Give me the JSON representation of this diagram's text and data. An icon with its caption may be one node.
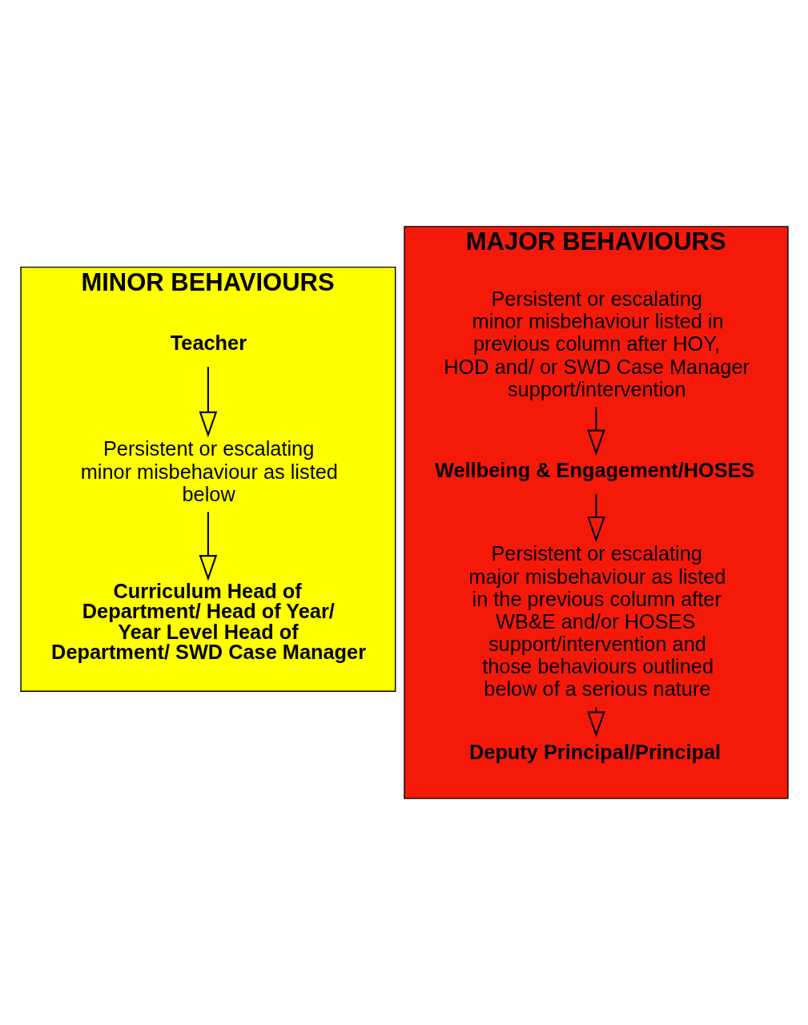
{
  "diagram": {
    "nodes": [
      {
        "text": [
          "MINOR BEHAVIOURS"
        ]
      },
      {
        "text": [
          "Teacher"
        ],
        "in": 0
      },
      {
        "text": [
          "Persistent or escalating minor misbehaviour as listed below"
        ],
        "in": 0
      },
      {
        "text": [
          "Curriculum Head of Department/ Head of Year/ Year Level Head of Department/ SWD Case Manager"
        ],
        "in": 0
      },
      {
        "text": [
          "MAJOR BEHAVIOURS"
        ]
      },
      {
        "text": [
          "Persistent or escalating minor misbehaviour listed in previous column after HOY, HOD and/ or SWD Case Manager support/intervention"
        ],
        "in": 4
      },
      {
        "text": [
          "Wellbeing & Engagement/HOSES"
        ],
        "in": 4
      },
      {
        "text": [
          "Persistent or escalating major misbehaviour as listed in the previous column after WB&E and/or HOSES support/intervention and those behaviours outlined below of a serious nature"
        ],
        "in": 4
      },
      {
        "text": [
          "Deputy Principal/Principal"
        ],
        "in": 4
      }
    ],
    "edges": [
      {
        "from": 1,
        "to": 2,
        "arrow": "to"
      },
      {
        "from": 2,
        "to": 3,
        "arrow": "to"
      },
      {
        "from": 5,
        "to": 6,
        "arrow": "to"
      },
      {
        "from": 6,
        "to": 7,
        "arrow": "to"
      },
      {
        "from": 7,
        "to": 8,
        "arrow": "to"
      }
    ]
  }
}
